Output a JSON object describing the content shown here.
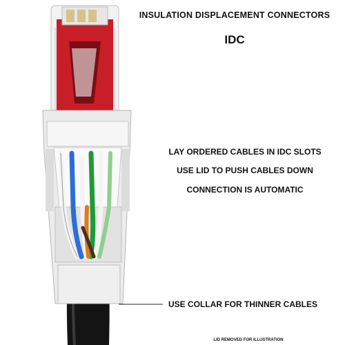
{
  "header": {
    "title": "INSULATION DISPLACEMENT CONNECTORS",
    "subtitle": "IDC"
  },
  "steps": [
    "LAY ORDERED CABLES IN IDC SLOTS",
    "USE LID TO PUSH CABLES DOWN",
    "CONNECTION IS AUTOMATIC"
  ],
  "callout": {
    "label": "USE COLLAR FOR THINNER CABLES"
  },
  "footnote": "LID REMOVED FOR ILLUSTRATION",
  "colors": {
    "plug_body": "#c81e28",
    "plug_dark": "#7a0e14",
    "housing": "#ececec",
    "cable_jacket": "#141414",
    "wire_blue": "#2a6fd6",
    "wire_green": "#1f9a3a",
    "wire_orange": "#e07a1c",
    "wire_white": "#f4f4f4"
  }
}
